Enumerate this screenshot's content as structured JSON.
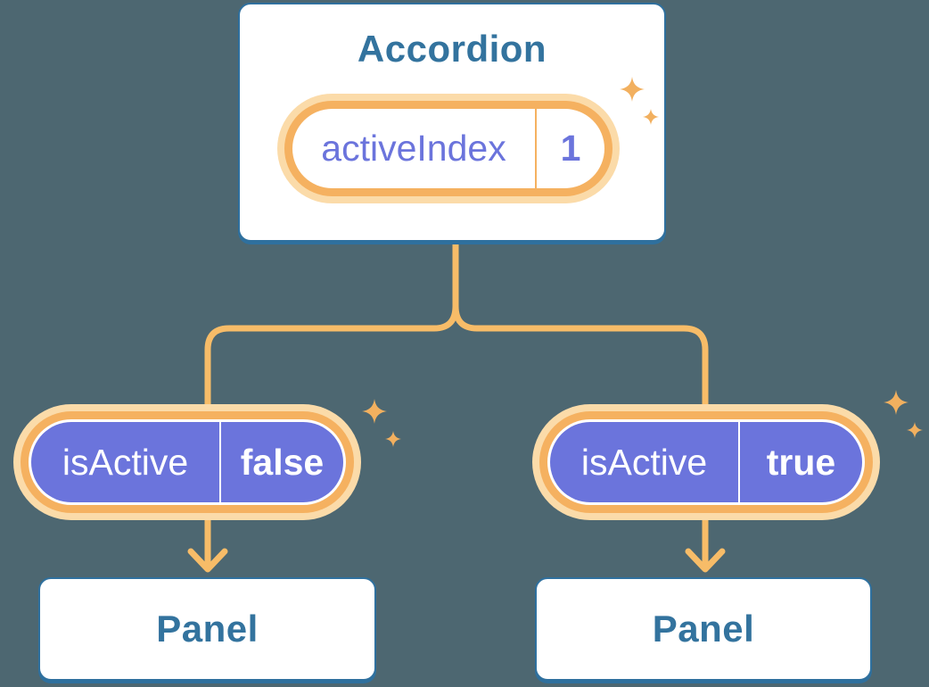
{
  "diagram": {
    "title_hint": "React parent-child state diagram",
    "colors": {
      "bg": "#4D6771",
      "blue": "#2F709E",
      "blueText": "#33739E",
      "purple": "#6B74DC",
      "orange": "#F5B160",
      "glow": "#FBDBA9",
      "line": "#F7BC68",
      "sparkle": "#F2B05F"
    },
    "root": {
      "title": "Accordion",
      "state": {
        "label": "activeIndex",
        "value": "1"
      }
    },
    "children": [
      {
        "prop": {
          "label": "isActive",
          "value": "false"
        },
        "box": {
          "title": "Panel"
        }
      },
      {
        "prop": {
          "label": "isActive",
          "value": "true"
        },
        "box": {
          "title": "Panel"
        }
      }
    ],
    "icons": {
      "sparkle": "sparkle-icon"
    }
  }
}
